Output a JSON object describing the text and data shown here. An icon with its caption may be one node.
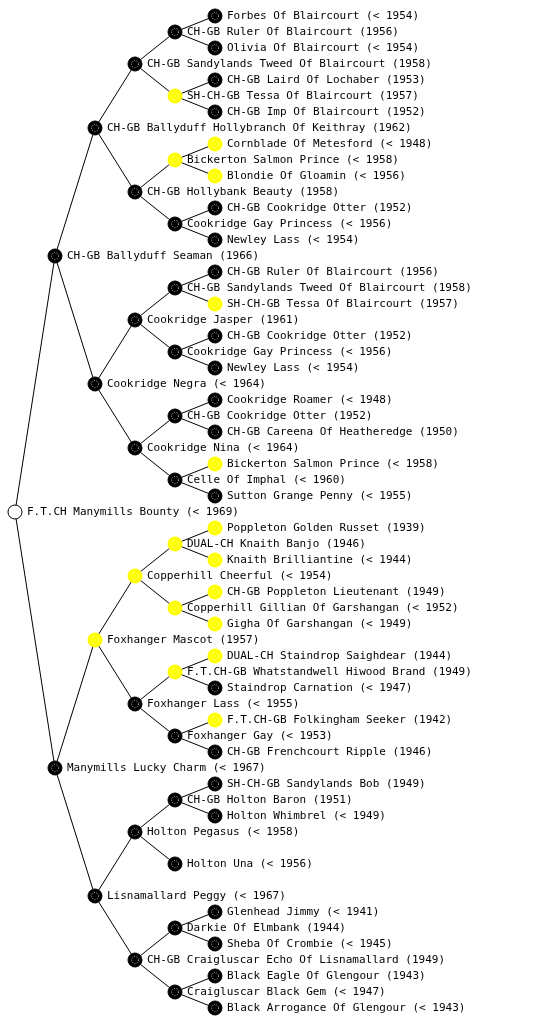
{
  "diagram": {
    "nodes": [
      {
        "text": [
          "Forbes Of Blaircourt (< 1954)"
        ]
      },
      {
        "text": [
          "CH-GB Ruler Of Blaircourt (1956)"
        ]
      },
      {
        "text": [
          "Olivia Of Blaircourt (< 1954)"
        ]
      },
      {
        "text": [
          "CH-GB Sandylands Tweed Of Blaircourt (1958)"
        ]
      },
      {
        "text": [
          "CH-GB Laird Of Lochaber (1953)"
        ]
      },
      {
        "text": [
          "SH-CH-GB Tessa Of Blaircourt (1957)"
        ]
      },
      {
        "text": [
          "CH-GB Imp Of Blaircourt (1952)"
        ]
      },
      {
        "text": [
          "CH-GB Ballyduff Hollybranch Of Keithray (1962)"
        ]
      },
      {
        "text": [
          "Cornblade Of Metesford (< 1948)"
        ]
      },
      {
        "text": [
          "Bickerton Salmon Prince (< 1958)"
        ]
      },
      {
        "text": [
          "Blondie Of Gloamin (< 1956)"
        ]
      },
      {
        "text": [
          "CH-GB Hollybank Beauty (1958)"
        ]
      },
      {
        "text": [
          "CH-GB Cookridge Otter (1952)"
        ]
      },
      {
        "text": [
          "Cookridge Gay Princess (< 1956)"
        ]
      },
      {
        "text": [
          "Newley Lass (< 1954)"
        ]
      },
      {
        "text": [
          "CH-GB Ballyduff Seaman (1966)"
        ]
      },
      {
        "text": [
          "CH-GB Ruler Of Blaircourt (1956)"
        ]
      },
      {
        "text": [
          "CH-GB Sandylands Tweed Of Blaircourt (1958)"
        ]
      },
      {
        "text": [
          "SH-CH-GB Tessa Of Blaircourt (1957)"
        ]
      },
      {
        "text": [
          "Cookridge Jasper (1961)"
        ]
      },
      {
        "text": [
          "CH-GB Cookridge Otter (1952)"
        ]
      },
      {
        "text": [
          "Cookridge Gay Princess (< 1956)"
        ]
      },
      {
        "text": [
          "Newley Lass (< 1954)"
        ]
      },
      {
        "text": [
          "Cookridge Negra (< 1964)"
        ]
      },
      {
        "text": [
          "Cookridge Roamer (< 1948)"
        ]
      },
      {
        "text": [
          "CH-GB Cookridge Otter (1952)"
        ]
      },
      {
        "text": [
          "CH-GB Careena Of Heatheredge (1950)"
        ]
      },
      {
        "text": [
          "Cookridge Nina (< 1964)"
        ]
      },
      {
        "text": [
          "Bickerton Salmon Prince (< 1958)"
        ]
      },
      {
        "text": [
          "Celle Of Imphal (< 1960)"
        ]
      },
      {
        "text": [
          "Sutton Grange Penny (< 1955)"
        ]
      },
      {
        "text": [
          "F.T.CH Manymills Bounty (< 1969)"
        ]
      },
      {
        "text": [
          "Poppleton Golden Russet (1939)"
        ]
      },
      {
        "text": [
          "DUAL-CH Knaith Banjo (1946)"
        ]
      },
      {
        "text": [
          "Knaith Brilliantine (< 1944)"
        ]
      },
      {
        "text": [
          "Copperhill Cheerful (< 1954)"
        ]
      },
      {
        "text": [
          "CH-GB Poppleton Lieutenant (1949)"
        ]
      },
      {
        "text": [
          "Copperhill Gillian Of Garshangan (< 1952)"
        ]
      },
      {
        "text": [
          "Gigha Of Garshangan (< 1949)"
        ]
      },
      {
        "text": [
          "Foxhanger Mascot (1957)"
        ]
      },
      {
        "text": [
          "DUAL-CH Staindrop Saighdear (1944)"
        ]
      },
      {
        "text": [
          "F.T.CH-GB Whatstandwell Hiwood Brand (1949)"
        ]
      },
      {
        "text": [
          "Staindrop Carnation (< 1947)"
        ]
      },
      {
        "text": [
          "Foxhanger Lass (< 1955)"
        ]
      },
      {
        "text": [
          "F.T.CH-GB Folkingham Seeker (1942)"
        ]
      },
      {
        "text": [
          "Foxhanger Gay (< 1953)"
        ]
      },
      {
        "text": [
          "CH-GB Frenchcourt Ripple (1946)"
        ]
      },
      {
        "text": [
          "Manymills Lucky Charm (< 1967)"
        ]
      },
      {
        "text": [
          "SH-CH-GB Sandylands Bob (1949)"
        ]
      },
      {
        "text": [
          "CH-GB Holton Baron (1951)"
        ]
      },
      {
        "text": [
          "Holton Whimbrel (< 1949)"
        ]
      },
      {
        "text": [
          "Holton Pegasus (< 1958)"
        ]
      },
      {
        "text": [
          "Holton Una (< 1956)"
        ]
      },
      {
        "text": [
          "Lisnamallard Peggy (< 1967)"
        ]
      },
      {
        "text": [
          "Glenhead Jimmy (< 1941)"
        ]
      },
      {
        "text": [
          "Darkie Of Elmbank (1944)"
        ]
      },
      {
        "text": [
          "Sheba Of Crombie (< 1945)"
        ]
      },
      {
        "text": [
          "CH-GB Craigluscar Echo Of Lisnamallard (1949)"
        ]
      },
      {
        "text": [
          "Black Eagle Of Glengour (1943)"
        ]
      },
      {
        "text": [
          "Craigluscar Black Gem (< 1947)"
        ]
      },
      {
        "text": [
          "Black Arrogance Of Glengour (< 1943)"
        ]
      }
    ],
    "edges": [
      {
        "from": 1,
        "to": 0,
        "arrow": "none"
      },
      {
        "from": 3,
        "to": 1,
        "arrow": "none"
      },
      {
        "from": 1,
        "to": 2,
        "arrow": "none"
      },
      {
        "from": 7,
        "to": 3,
        "arrow": "none"
      },
      {
        "from": 5,
        "to": 4,
        "arrow": "none"
      },
      {
        "from": 3,
        "to": 5,
        "arrow": "none"
      },
      {
        "from": 5,
        "to": 6,
        "arrow": "none"
      },
      {
        "from": 15,
        "to": 7,
        "arrow": "none"
      },
      {
        "from": 9,
        "to": 8,
        "arrow": "none"
      },
      {
        "from": 11,
        "to": 9,
        "arrow": "none"
      },
      {
        "from": 9,
        "to": 10,
        "arrow": "none"
      },
      {
        "from": 7,
        "to": 11,
        "arrow": "none"
      },
      {
        "from": 13,
        "to": 12,
        "arrow": "none"
      },
      {
        "from": 11,
        "to": 13,
        "arrow": "none"
      },
      {
        "from": 13,
        "to": 14,
        "arrow": "none"
      },
      {
        "from": 31,
        "to": 15,
        "arrow": "none"
      },
      {
        "from": 17,
        "to": 16,
        "arrow": "none"
      },
      {
        "from": 19,
        "to": 17,
        "arrow": "none"
      },
      {
        "from": 17,
        "to": 18,
        "arrow": "none"
      },
      {
        "from": 23,
        "to": 19,
        "arrow": "none"
      },
      {
        "from": 21,
        "to": 20,
        "arrow": "none"
      },
      {
        "from": 19,
        "to": 21,
        "arrow": "none"
      },
      {
        "from": 21,
        "to": 22,
        "arrow": "none"
      },
      {
        "from": 15,
        "to": 23,
        "arrow": "none"
      },
      {
        "from": 25,
        "to": 24,
        "arrow": "none"
      },
      {
        "from": 27,
        "to": 25,
        "arrow": "none"
      },
      {
        "from": 25,
        "to": 26,
        "arrow": "none"
      },
      {
        "from": 23,
        "to": 27,
        "arrow": "none"
      },
      {
        "from": 29,
        "to": 28,
        "arrow": "none"
      },
      {
        "from": 27,
        "to": 29,
        "arrow": "none"
      },
      {
        "from": 29,
        "to": 30,
        "arrow": "none"
      },
      {
        "from": 33,
        "to": 32,
        "arrow": "none"
      },
      {
        "from": 35,
        "to": 33,
        "arrow": "none"
      },
      {
        "from": 33,
        "to": 34,
        "arrow": "none"
      },
      {
        "from": 39,
        "to": 35,
        "arrow": "none"
      },
      {
        "from": 37,
        "to": 36,
        "arrow": "none"
      },
      {
        "from": 35,
        "to": 37,
        "arrow": "none"
      },
      {
        "from": 37,
        "to": 38,
        "arrow": "none"
      },
      {
        "from": 47,
        "to": 39,
        "arrow": "none"
      },
      {
        "from": 41,
        "to": 40,
        "arrow": "none"
      },
      {
        "from": 43,
        "to": 41,
        "arrow": "none"
      },
      {
        "from": 41,
        "to": 42,
        "arrow": "none"
      },
      {
        "from": 39,
        "to": 43,
        "arrow": "none"
      },
      {
        "from": 45,
        "to": 44,
        "arrow": "none"
      },
      {
        "from": 43,
        "to": 45,
        "arrow": "none"
      },
      {
        "from": 45,
        "to": 46,
        "arrow": "none"
      },
      {
        "from": 31,
        "to": 47,
        "arrow": "none"
      },
      {
        "from": 49,
        "to": 48,
        "arrow": "none"
      },
      {
        "from": 51,
        "to": 49,
        "arrow": "none"
      },
      {
        "from": 49,
        "to": 50,
        "arrow": "none"
      },
      {
        "from": 53,
        "to": 51,
        "arrow": "none"
      },
      {
        "from": 51,
        "to": 52,
        "arrow": "none"
      },
      {
        "from": 47,
        "to": 53,
        "arrow": "none"
      },
      {
        "from": 55,
        "to": 54,
        "arrow": "none"
      },
      {
        "from": 57,
        "to": 55,
        "arrow": "none"
      },
      {
        "from": 55,
        "to": 56,
        "arrow": "none"
      },
      {
        "from": 53,
        "to": 57,
        "arrow": "none"
      },
      {
        "from": 59,
        "to": 58,
        "arrow": "none"
      },
      {
        "from": 57,
        "to": 59,
        "arrow": "none"
      },
      {
        "from": 59,
        "to": 60,
        "arrow": "none"
      }
    ]
  }
}
